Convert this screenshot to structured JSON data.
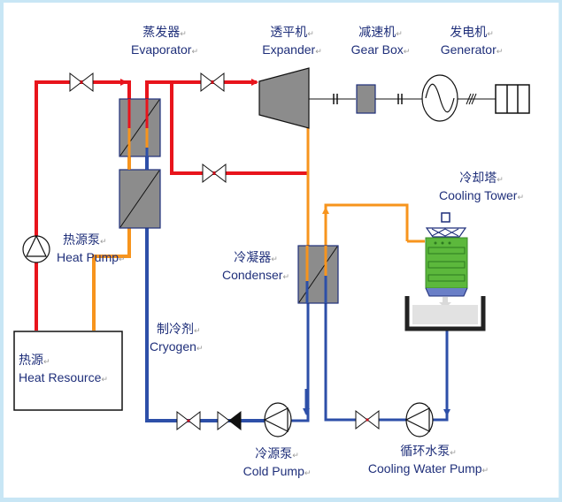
{
  "title": "Organic Rankine cycle power generation system schematic",
  "colors": {
    "hot_line": "#e8141c",
    "warm_line": "#f7941d",
    "cold_line": "#2d4fa8",
    "component_fill": "#8c8c8c",
    "component_border": "#1f2f7a",
    "cooling_tower_fill": "#5cb83c",
    "label_text": "#1f2f7a",
    "background": "#ffffff",
    "frame": "#c8e6f5"
  },
  "labels": {
    "evaporator": {
      "zh": "蒸发器",
      "en": "Evaporator"
    },
    "expander": {
      "zh": "透平机",
      "en": "Expander"
    },
    "gear_box": {
      "zh": "减速机",
      "en": "Gear Box"
    },
    "generator": {
      "zh": "发电机",
      "en": "Generator"
    },
    "cooling_tower": {
      "zh": "冷却塔",
      "en": "Cooling Tower"
    },
    "heat_pump": {
      "zh": "热源泵",
      "en": "Heat Pump"
    },
    "condenser": {
      "zh": "冷凝器",
      "en": "Condenser"
    },
    "cryogen": {
      "zh": "制冷剂",
      "en": "Cryogen"
    },
    "heat_resource": {
      "zh": "热源",
      "en": "Heat Resource"
    },
    "cold_pump": {
      "zh": "冷源泵",
      "en": "Cold Pump"
    },
    "cooling_water_pump": {
      "zh": "循环水泵",
      "en": "Cooling Water Pump"
    }
  },
  "paragraph_mark": "↵",
  "components": [
    {
      "id": "heat-resource",
      "type": "box"
    },
    {
      "id": "heat-pump",
      "type": "pump"
    },
    {
      "id": "evaporator-upper",
      "type": "heat-exchanger"
    },
    {
      "id": "evaporator-lower",
      "type": "heat-exchanger"
    },
    {
      "id": "expander",
      "type": "turbine"
    },
    {
      "id": "gear-box",
      "type": "gearbox"
    },
    {
      "id": "generator",
      "type": "generator"
    },
    {
      "id": "grid",
      "type": "load"
    },
    {
      "id": "condenser",
      "type": "heat-exchanger"
    },
    {
      "id": "cooling-tower",
      "type": "cooling-tower"
    },
    {
      "id": "cold-pump",
      "type": "pump"
    },
    {
      "id": "cooling-water-pump",
      "type": "pump"
    },
    {
      "id": "valve-heat-inlet",
      "type": "valve"
    },
    {
      "id": "valve-expander-inlet",
      "type": "valve"
    },
    {
      "id": "valve-bypass",
      "type": "valve"
    },
    {
      "id": "valve-cryogen-1",
      "type": "valve"
    },
    {
      "id": "check-valve-cryogen",
      "type": "check-valve"
    },
    {
      "id": "valve-cooling-water",
      "type": "valve"
    }
  ]
}
